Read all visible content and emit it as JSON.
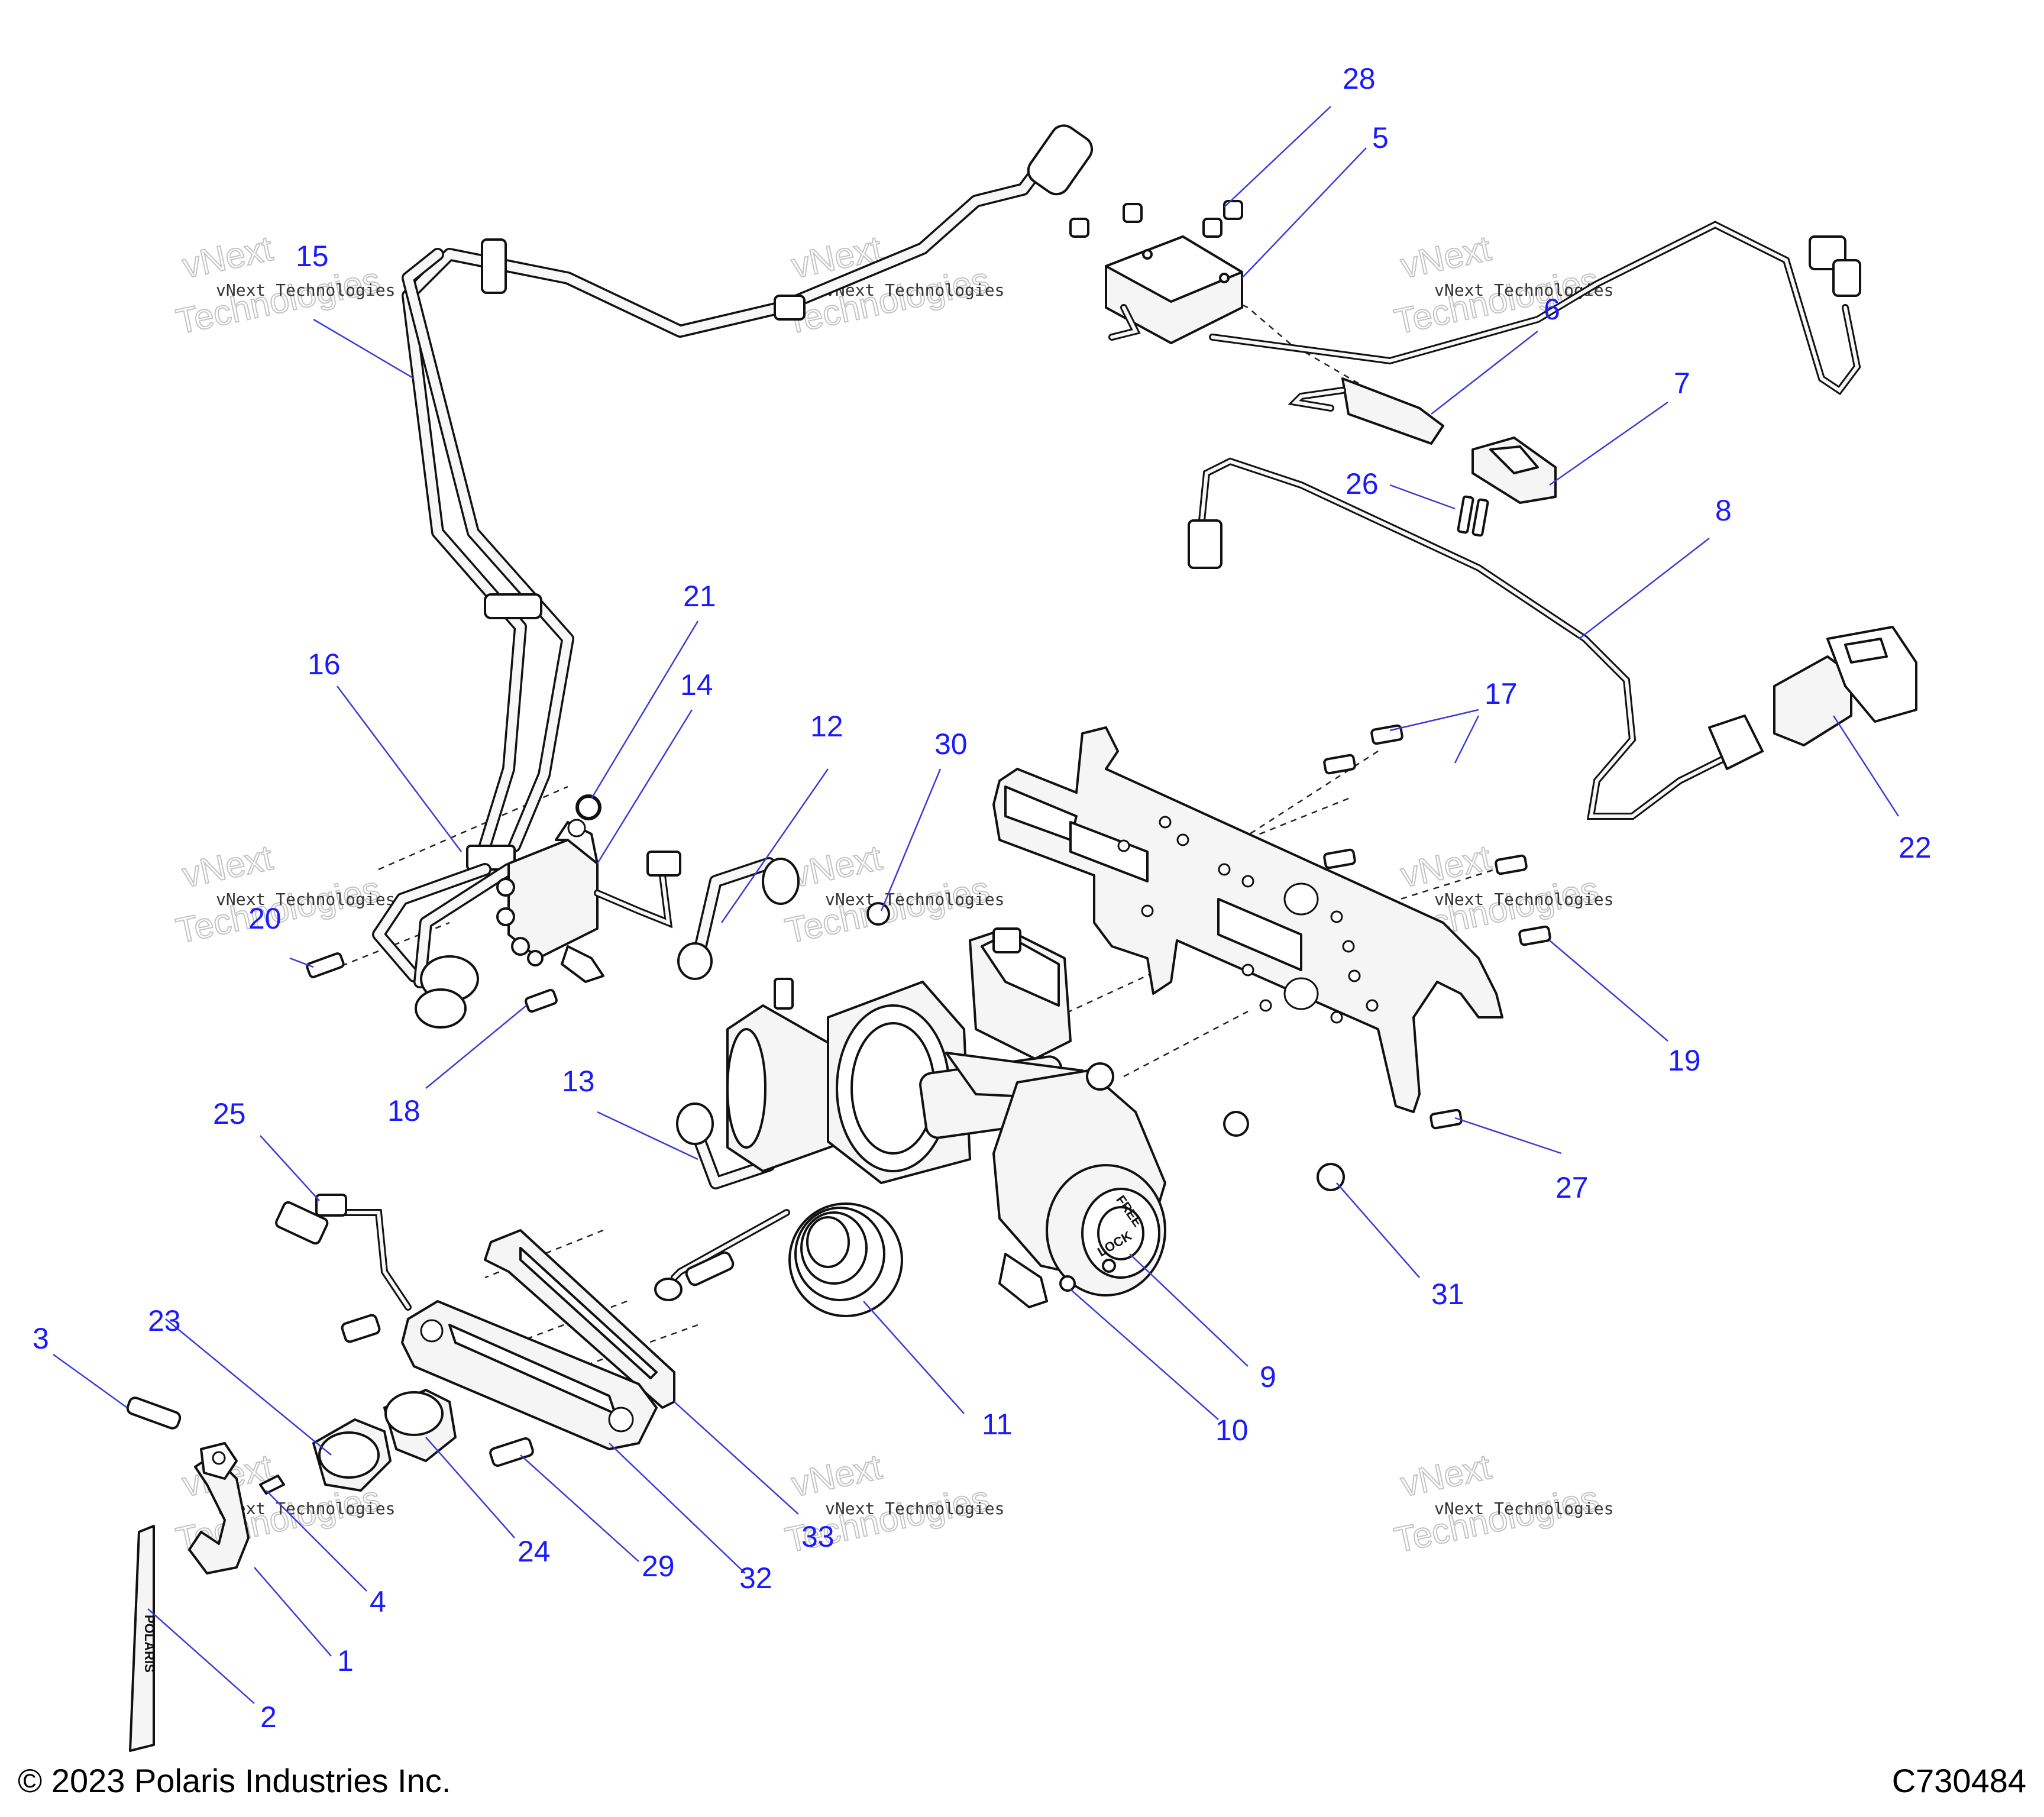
{
  "diagram": {
    "callouts": [
      {
        "id": "1",
        "label": "1"
      },
      {
        "id": "2",
        "label": "2"
      },
      {
        "id": "3",
        "label": "3"
      },
      {
        "id": "4",
        "label": "4"
      },
      {
        "id": "5",
        "label": "5"
      },
      {
        "id": "6",
        "label": "6"
      },
      {
        "id": "7",
        "label": "7"
      },
      {
        "id": "8",
        "label": "8"
      },
      {
        "id": "9",
        "label": "9"
      },
      {
        "id": "10",
        "label": "10"
      },
      {
        "id": "11",
        "label": "11"
      },
      {
        "id": "12",
        "label": "12"
      },
      {
        "id": "13",
        "label": "13"
      },
      {
        "id": "14",
        "label": "14"
      },
      {
        "id": "15",
        "label": "15"
      },
      {
        "id": "16",
        "label": "16"
      },
      {
        "id": "17",
        "label": "17"
      },
      {
        "id": "18",
        "label": "18"
      },
      {
        "id": "19",
        "label": "19"
      },
      {
        "id": "20",
        "label": "20"
      },
      {
        "id": "21",
        "label": "21"
      },
      {
        "id": "22",
        "label": "22"
      },
      {
        "id": "23",
        "label": "23"
      },
      {
        "id": "24",
        "label": "24"
      },
      {
        "id": "25",
        "label": "25"
      },
      {
        "id": "26",
        "label": "26"
      },
      {
        "id": "27",
        "label": "27"
      },
      {
        "id": "28",
        "label": "28"
      },
      {
        "id": "29",
        "label": "29"
      },
      {
        "id": "30",
        "label": "30"
      },
      {
        "id": "31",
        "label": "31"
      },
      {
        "id": "32",
        "label": "32"
      },
      {
        "id": "33",
        "label": "33"
      }
    ],
    "winch_dial_text": {
      "free": "FREE",
      "lock": "LOCK"
    },
    "strap_logo_text": "POLARIS"
  },
  "watermark": {
    "line1": "vNext Technologies",
    "line2": "vNext",
    "line3": "Technologies"
  },
  "footer": {
    "copyright": "© 2023 Polaris Industries Inc.",
    "figure_code": "C730484"
  },
  "colors": {
    "callout": "#1a1aff",
    "line_art": "#111111",
    "watermark": "#c4c4c4"
  }
}
